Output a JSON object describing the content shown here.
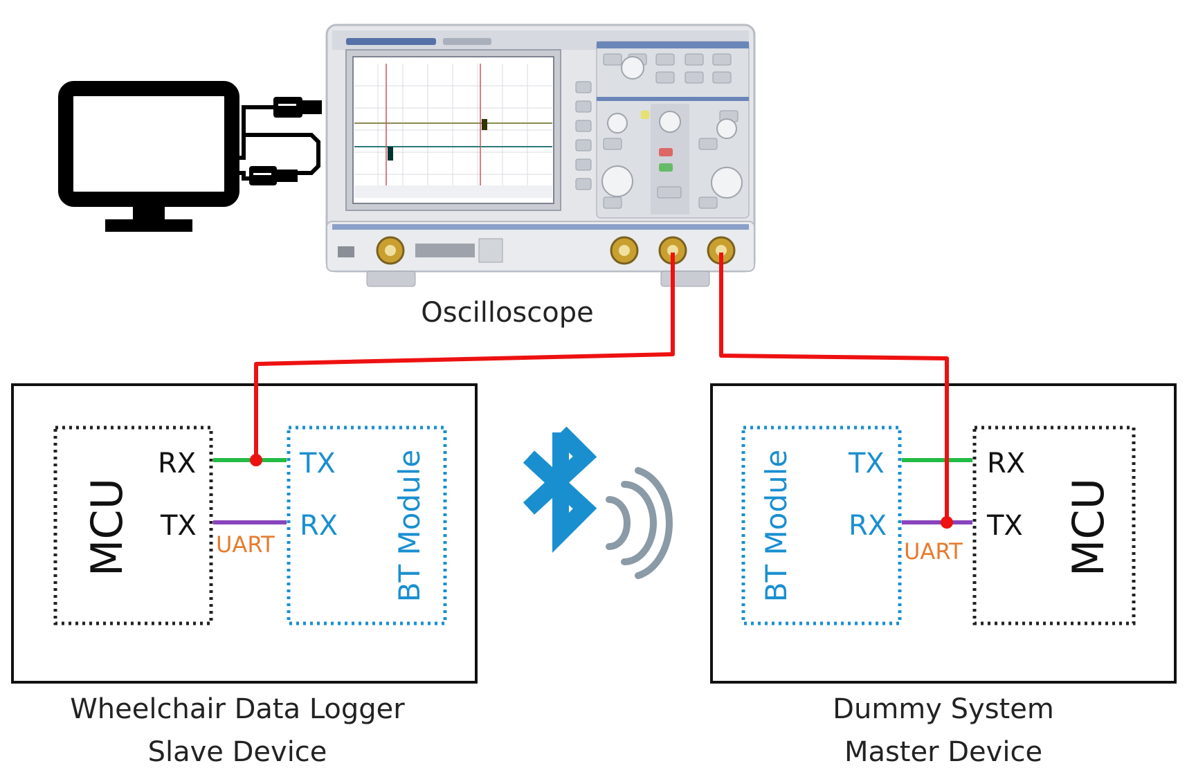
{
  "colors": {
    "probe_wire": "#ee1111",
    "rx_line": "#22bb44",
    "tx_line": "#8844bb",
    "bluetooth": "#1a8fd0",
    "uart_label": "#e87a2d",
    "mcu_border": "#222222",
    "bt_border": "#1a8fd0"
  },
  "oscilloscope": {
    "label": "Oscilloscope"
  },
  "slave": {
    "mcu_label": "MCU",
    "mcu_rx": "RX",
    "mcu_tx": "TX",
    "bt_label": "BT Module",
    "bt_tx": "TX",
    "bt_rx": "RX",
    "bus_label": "UART",
    "caption_line1": "Wheelchair Data Logger",
    "caption_line2": "Slave Device"
  },
  "master": {
    "mcu_label": "MCU",
    "mcu_rx": "RX",
    "mcu_tx": "TX",
    "bt_label": "BT Module",
    "bt_tx": "TX",
    "bt_rx": "RX",
    "bus_label": "UART",
    "caption_line1": "Dummy System",
    "caption_line2": "Master Device"
  },
  "icons": {
    "computer": "monitor-icon",
    "wireless": "bluetooth-icon"
  }
}
